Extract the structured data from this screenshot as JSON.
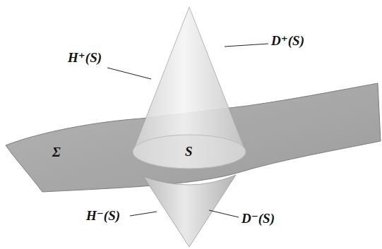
{
  "diagram": {
    "labels": [
      "H⁺(S)",
      "D⁺(S)",
      "Σ",
      "S",
      "H⁻(S)",
      "D⁻(S)"
    ]
  }
}
